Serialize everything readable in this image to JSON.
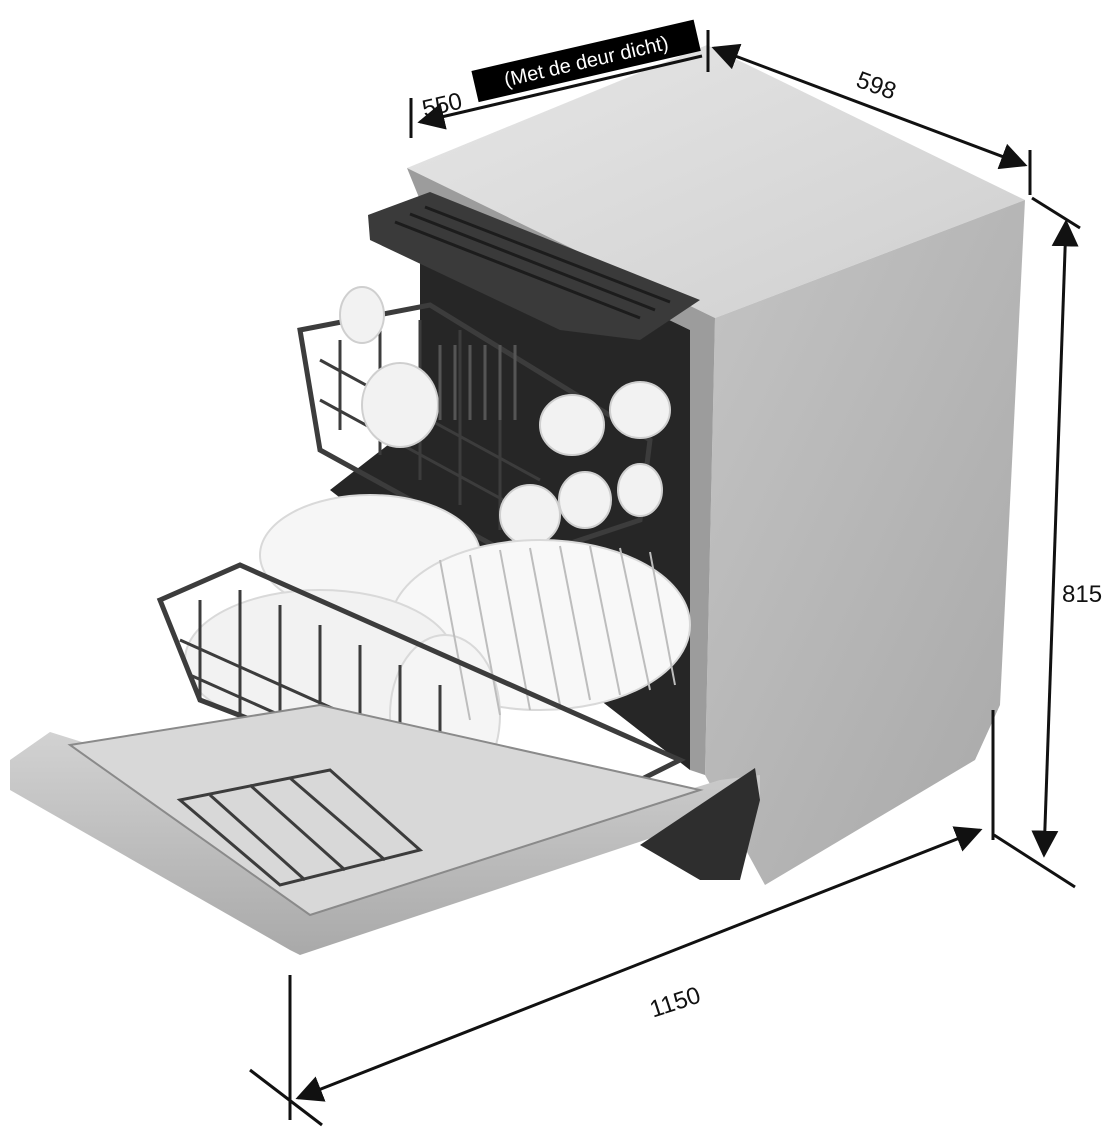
{
  "dimensions": {
    "depth_closed": {
      "value": "550",
      "note": "(Met de deur dicht)"
    },
    "width": {
      "value": "598"
    },
    "height": {
      "value": "815"
    },
    "depth_open": {
      "value": "1150"
    }
  },
  "colors": {
    "cabinet_top": "#dcdcdc",
    "cabinet_side": "#b9b9b9",
    "cabinet_front_edge": "#9a9a9a",
    "interior": "#2a2a2a",
    "door": "#c9c9c9",
    "rack": "#3c3c3c",
    "dishes": "#f4f4f4",
    "dimension_line": "#111111",
    "note_background": "#000000"
  }
}
